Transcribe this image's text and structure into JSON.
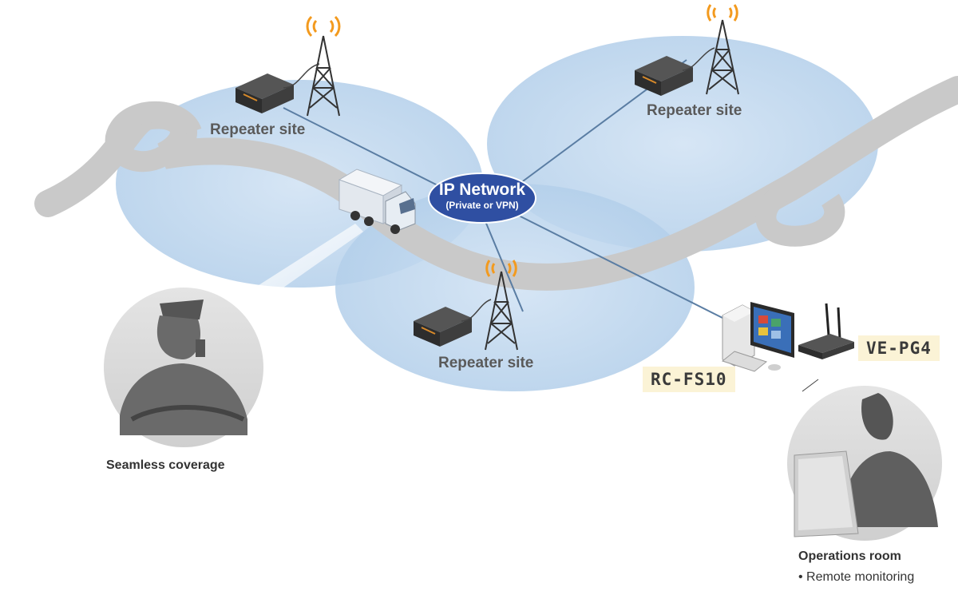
{
  "network": {
    "title": "IP Network",
    "subtitle": "(Private or VPN)"
  },
  "sites": [
    {
      "label": "Repeater site"
    },
    {
      "label": "Repeater site"
    },
    {
      "label": "Repeater site"
    }
  ],
  "devices": {
    "dispatch": "RC-FS10",
    "gateway": "VE-PG4"
  },
  "captions": {
    "coverage": "Seamless coverage",
    "ops_title": "Operations room",
    "ops_item": "• Remote monitoring"
  },
  "colors": {
    "coverage_fill": "#bcd6ee",
    "road": "#c9c9c9",
    "network_ellipse": "#2f4fa2",
    "link_line": "#5a7da3",
    "signal": "#f39a1e",
    "label_highlight": "#fbf3d6"
  }
}
